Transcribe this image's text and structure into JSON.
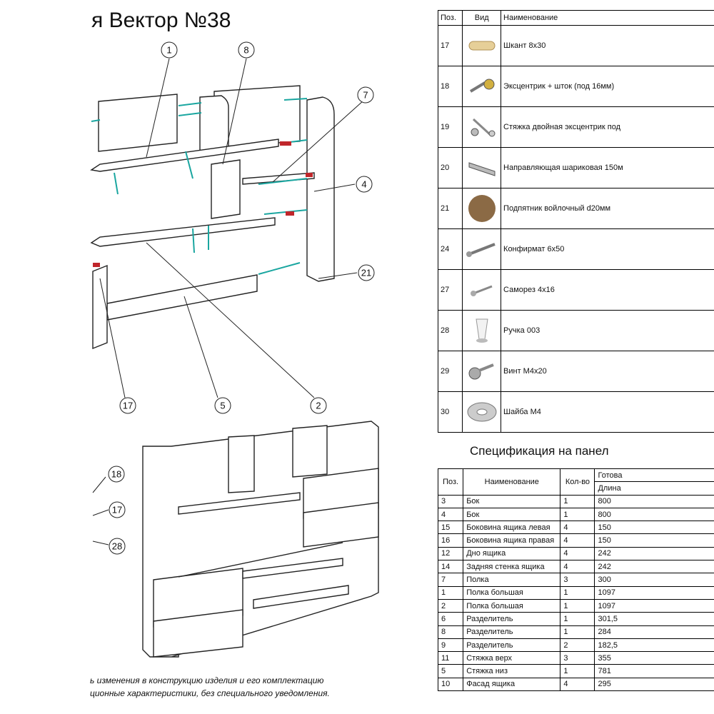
{
  "title": "я Вектор №38",
  "callouts": [
    "1",
    "8",
    "7",
    "4",
    "21",
    "2",
    "5",
    "17",
    "18",
    "17",
    "28"
  ],
  "note_lines": [
    "ь изменения в конструкцию изделия и его комплектацию",
    "ционные характеристики, без специального уведомления."
  ],
  "hardware_table": {
    "headers": {
      "pos": "Поз.",
      "view": "Вид",
      "name": "Наименование"
    },
    "rows": [
      {
        "pos": "17",
        "name": "Шкант 8х30",
        "icon": "wooden-dowel-icon"
      },
      {
        "pos": "18",
        "name": "Эксцентрик + шток (под 16мм)",
        "icon": "eccentric-fastener-icon"
      },
      {
        "pos": "19",
        "name": "Стяжка двойная эксцентрик под",
        "icon": "double-tie-icon"
      },
      {
        "pos": "20",
        "name": "Направляющая шариковая 150м",
        "icon": "ball-slide-icon"
      },
      {
        "pos": "21",
        "name": "Подпятник войлочный d20мм",
        "icon": "felt-pad-icon"
      },
      {
        "pos": "24",
        "name": "Конфирмат 6х50",
        "icon": "confirmat-screw-icon"
      },
      {
        "pos": "27",
        "name": "Саморез 4х16",
        "icon": "self-tapping-screw-icon"
      },
      {
        "pos": "28",
        "name": "Ручка 003",
        "icon": "knob-handle-icon"
      },
      {
        "pos": "29",
        "name": "Винт М4х20",
        "icon": "bolt-icon"
      },
      {
        "pos": "30",
        "name": "Шайба М4",
        "icon": "washer-icon"
      }
    ]
  },
  "spec_table": {
    "title": "Спецификация на панел",
    "headers": {
      "pos": "Поз.",
      "name": "Наименование",
      "qty": "Кол-во",
      "ready": "Готова",
      "length": "Длина"
    },
    "rows": [
      {
        "pos": "3",
        "name": "Бок",
        "qty": "1",
        "length": "800"
      },
      {
        "pos": "4",
        "name": "Бок",
        "qty": "1",
        "length": "800"
      },
      {
        "pos": "15",
        "name": "Боковина ящика левая",
        "qty": "4",
        "length": "150"
      },
      {
        "pos": "16",
        "name": "Боковина ящика правая",
        "qty": "4",
        "length": "150"
      },
      {
        "pos": "12",
        "name": "Дно ящика",
        "qty": "4",
        "length": "242"
      },
      {
        "pos": "14",
        "name": "Задняя стенка ящика",
        "qty": "4",
        "length": "242"
      },
      {
        "pos": "7",
        "name": "Полка",
        "qty": "3",
        "length": "300"
      },
      {
        "pos": "1",
        "name": "Полка большая",
        "qty": "1",
        "length": "1097"
      },
      {
        "pos": "2",
        "name": "Полка большая",
        "qty": "1",
        "length": "1097"
      },
      {
        "pos": "6",
        "name": "Разделитель",
        "qty": "1",
        "length": "301,5"
      },
      {
        "pos": "8",
        "name": "Разделитель",
        "qty": "1",
        "length": "284"
      },
      {
        "pos": "9",
        "name": "Разделитель",
        "qty": "2",
        "length": "182,5"
      },
      {
        "pos": "11",
        "name": "Стяжка верх",
        "qty": "3",
        "length": "355"
      },
      {
        "pos": "5",
        "name": "Стяжка низ",
        "qty": "1",
        "length": "781"
      },
      {
        "pos": "10",
        "name": "Фасад ящика",
        "qty": "4",
        "length": "295"
      }
    ]
  }
}
